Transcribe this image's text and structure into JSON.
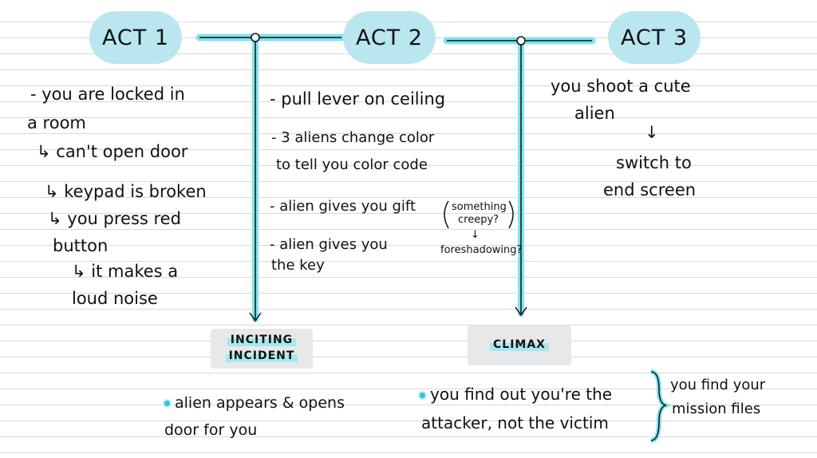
{
  "acts": {
    "act1": "ACT 1",
    "act2": "ACT 2",
    "act3": "ACT 3"
  },
  "act1_notes": [
    "- you are locked in",
    "a room",
    "↳ can't open door",
    "↳ keypad is broken",
    "↳ you press red",
    "button",
    "↳ it makes a",
    "loud noise"
  ],
  "act2_notes": {
    "lever": "- pull lever on ceiling",
    "aliens_line1": "- 3 aliens change color",
    "aliens_line2": "to tell you color code",
    "gift": "- alien gives you gift",
    "creepy_line1": "something",
    "creepy_line2": "creepy?",
    "arrow": "↓",
    "foreshadowing": "foreshadowing?",
    "key_line1": "- alien gives you",
    "key_line2": "the key"
  },
  "act3_notes": {
    "shoot_line1": "you shoot a cute",
    "shoot_line2": "alien",
    "arrow": "↓",
    "switch_line1": "switch to",
    "switch_line2": "end screen"
  },
  "milestones": {
    "inciting_line1": "INCITING",
    "inciting_line2": "INCIDENT",
    "climax": "CLIMAX"
  },
  "bottom_notes": {
    "inciting_line1": "alien appears & opens",
    "inciting_line2": "door for you",
    "climax_line1": "you find out you're the",
    "climax_line2": "attacker, not the victim",
    "mission_line1": "you find your",
    "mission_line2": "mission files"
  },
  "colors": {
    "pill": "#b9e6ef",
    "highlight": "#a6e8f0",
    "line_glow": "#7fe3ee",
    "ink": "#111111"
  }
}
